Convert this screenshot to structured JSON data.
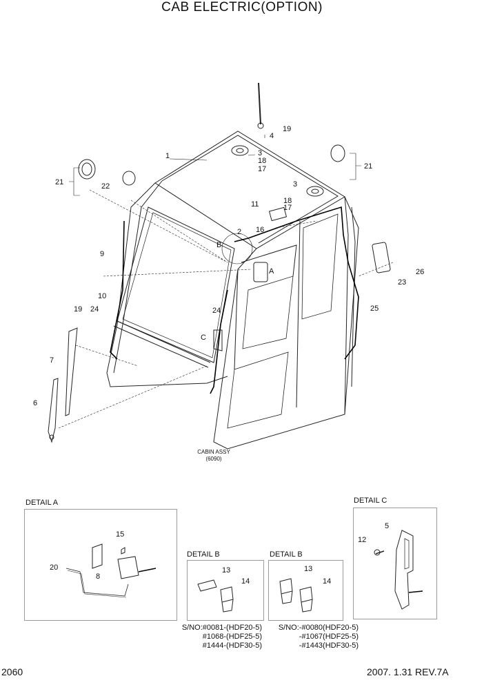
{
  "title": "CAB ELECTRIC(OPTION)",
  "main_view": {
    "cabin_caption": [
      "CABIN ASSY",
      "(6090)"
    ],
    "callouts": [
      "1",
      "2",
      "3",
      "3",
      "4",
      "6",
      "7",
      "9",
      "10",
      "11",
      "16",
      "17",
      "17",
      "18",
      "18",
      "19",
      "19",
      "21",
      "21",
      "22",
      "23",
      "24",
      "24",
      "25",
      "26",
      "A",
      "B",
      "C"
    ]
  },
  "details": {
    "detail_a": {
      "title": "DETAIL A",
      "callouts": [
        "15",
        "20",
        "8"
      ]
    },
    "detail_b1": {
      "title": "DETAIL B",
      "callouts": [
        "13",
        "14"
      ],
      "serial_notes": [
        "S/NO:#0081-(HDF20-5)",
        "#1068-(HDF25-5)",
        "#1444-(HDF30-5)"
      ]
    },
    "detail_b2": {
      "title": "DETAIL B",
      "callouts": [
        "13",
        "14"
      ],
      "serial_notes": [
        "S/NO:-#0080(HDF20-5)",
        "-#1067(HDF25-5)",
        "-#1443(HDF30-5)"
      ]
    },
    "detail_c": {
      "title": "DETAIL C",
      "callouts": [
        "5",
        "12"
      ]
    }
  },
  "footer": {
    "page_number": "2060",
    "revision": "2007. 1.31 REV.7A"
  }
}
